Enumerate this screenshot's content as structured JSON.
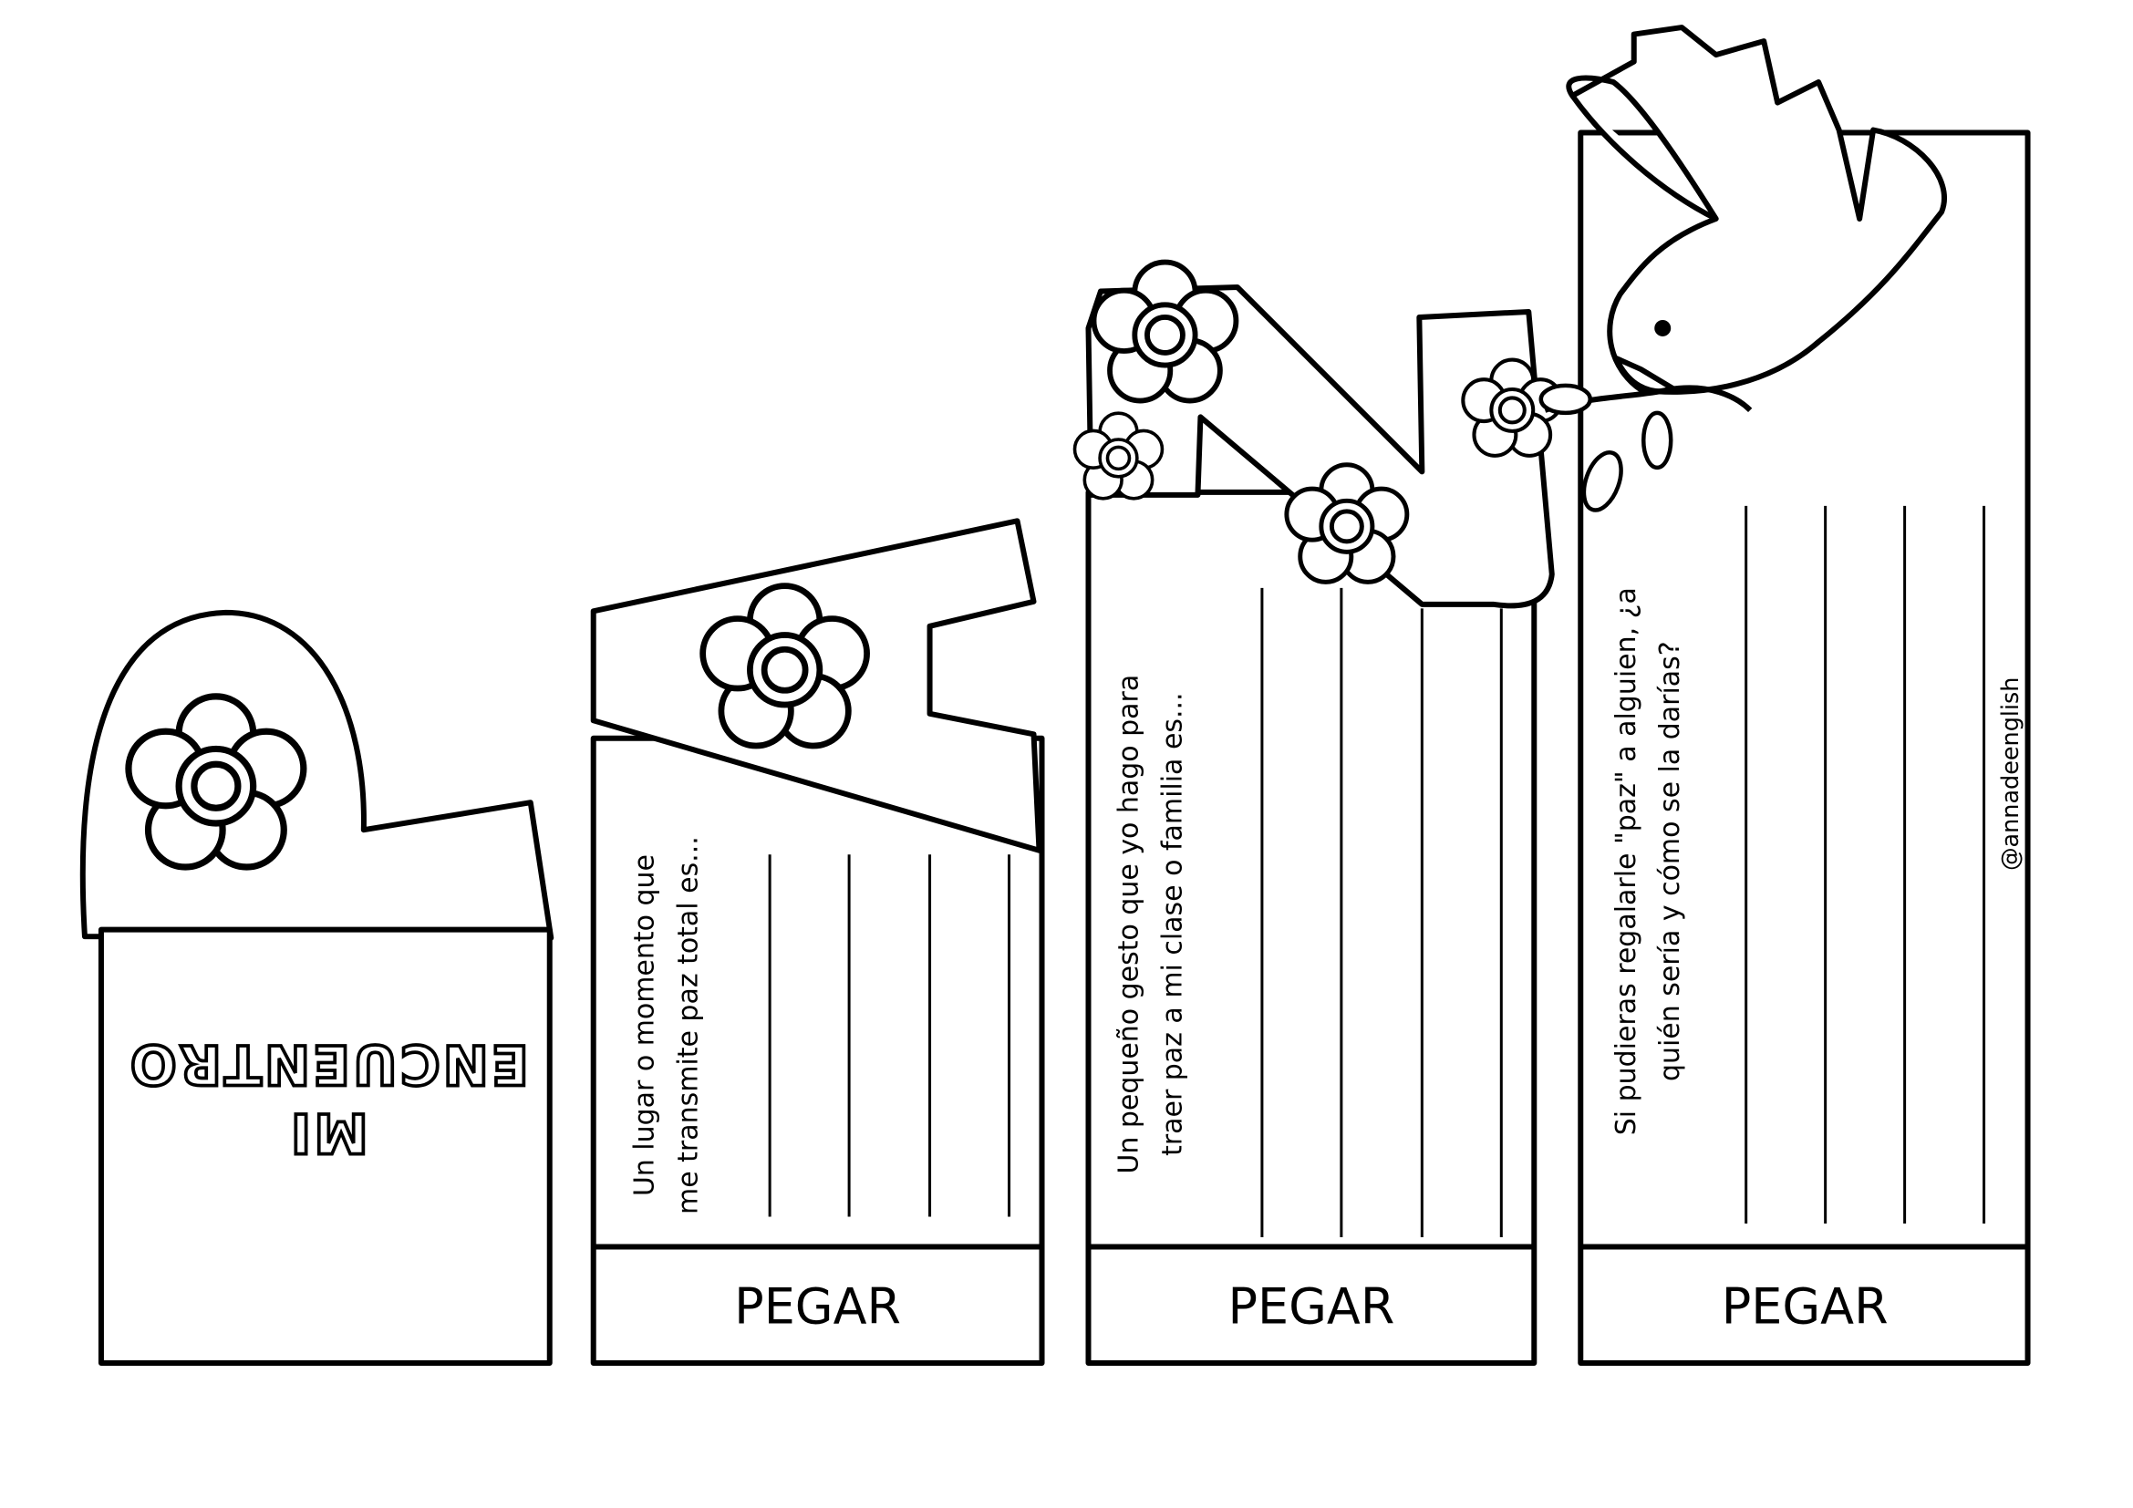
{
  "title_card": {
    "line1": "MI",
    "line2": "ENCUENTRO"
  },
  "cards": [
    {
      "letter": "A",
      "question_line1": "Un lugar o momento que",
      "question_line2": "me transmite paz total es...",
      "pegar": "PEGAR"
    },
    {
      "letter": "Z",
      "question_line1": "Un pequeño gesto que yo hago para",
      "question_line2": "traer paz a mi clase o familia es...",
      "pegar": "PEGAR"
    },
    {
      "letter": "dove",
      "question_line1": "Si pudieras regalarle \"paz\" a alguien, ¿a",
      "question_line2": "quién sería y cómo se la darías?",
      "pegar": "PEGAR"
    }
  ],
  "credit": "@annadeenglish",
  "colors": {
    "ink": "#000000",
    "paper": "#ffffff"
  }
}
